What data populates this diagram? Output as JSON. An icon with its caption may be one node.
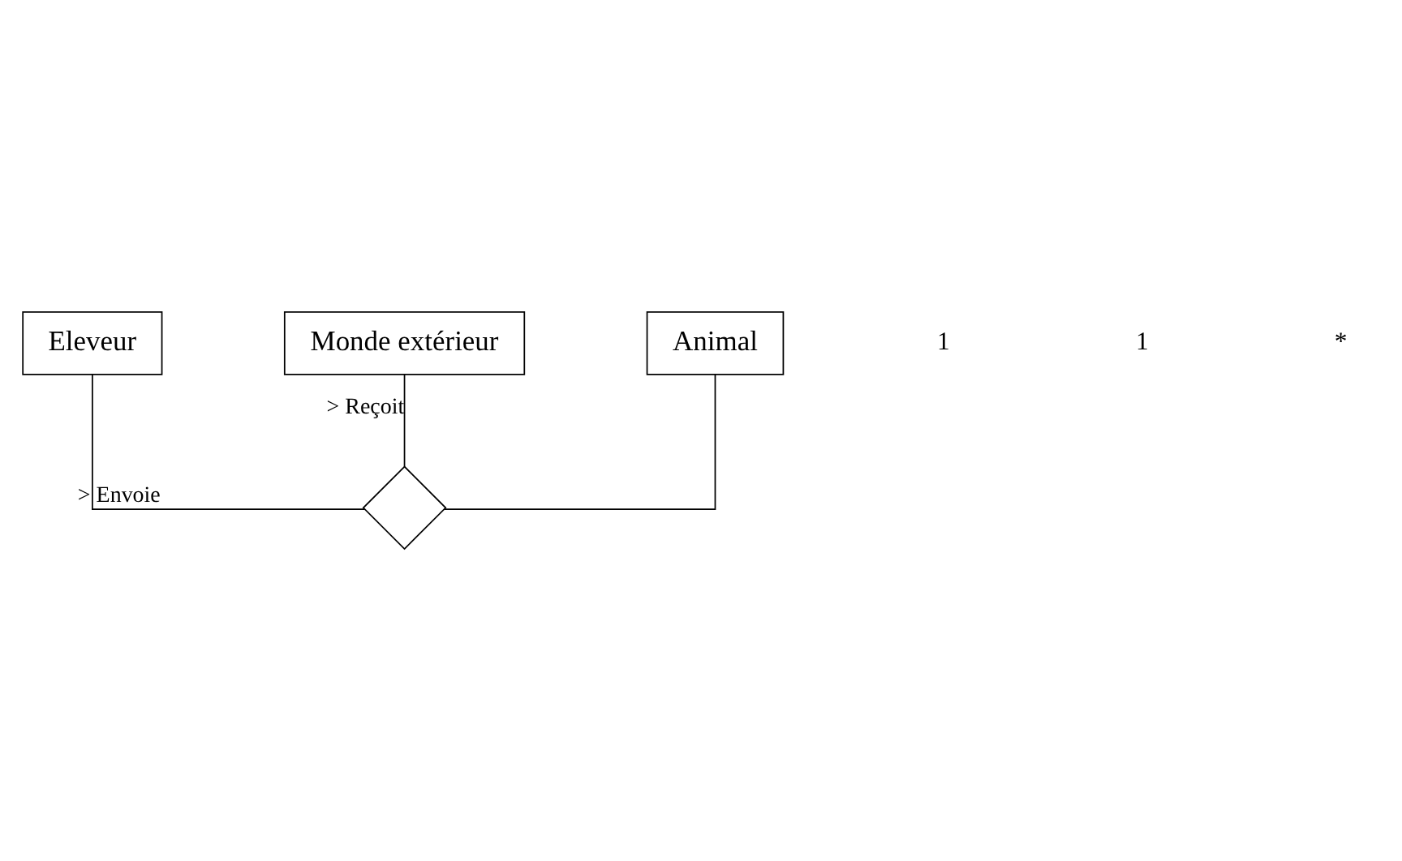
{
  "diagram": {
    "nodes": [
      {
        "text": [
          "Eleveur"
        ]
      },
      {
        "text": [
          "Monde extérieur"
        ]
      },
      {
        "text": [],
        "shape": "diamond"
      },
      {
        "text": [
          "Animal"
        ]
      }
    ],
    "edges": [
      {
        "from": 0,
        "to": 2,
        "arrow": "none",
        "label": "> Envoie"
      },
      {
        "from": 1,
        "to": 2,
        "arrow": "none",
        "label": "> Reçoit"
      },
      {
        "from": 3,
        "to": 2,
        "arrow": "none"
      }
    ],
    "labels": [
      "1",
      "1",
      "*"
    ]
  }
}
